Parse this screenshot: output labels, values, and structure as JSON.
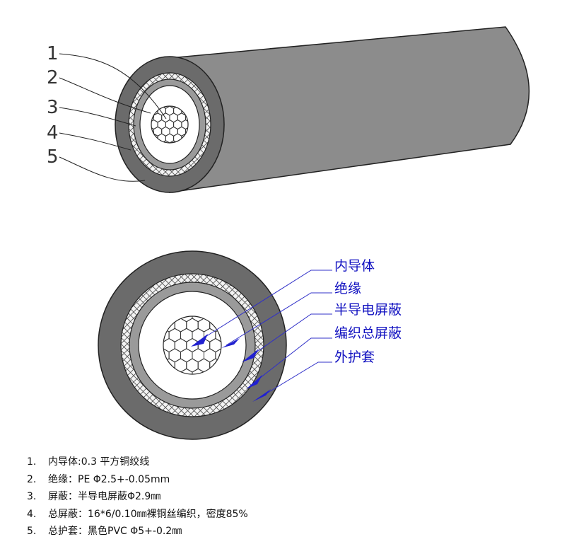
{
  "colors": {
    "jacket": "#6b6b6b",
    "jacket_long": "#8c8c8c",
    "braid": "#f3f3f3",
    "semiconductive_layer": "#9a9a9a",
    "insulation": "#ffffff",
    "conductor": "#ffffff",
    "outline": "#222222",
    "leader_blue": "#3030c8",
    "label_blue": "#1010c0"
  },
  "callout_numbers": [
    "1",
    "2",
    "3",
    "4",
    "5"
  ],
  "layer_labels": [
    "内导体",
    "绝缘",
    "半导电屏蔽",
    "编织总屏蔽",
    "外护套"
  ],
  "specs": [
    {
      "index": "1.",
      "text": "内导体:0.3 平方铜绞线"
    },
    {
      "index": "2.",
      "text": "绝缘：PE  Φ2.5+-0.05mm"
    },
    {
      "index": "3.",
      "text": "屏蔽：半导电屏蔽Φ2.9㎜"
    },
    {
      "index": "4.",
      "text": "总屏蔽：16*6/0.10㎜裸铜丝编织，密度85%"
    },
    {
      "index": "5.",
      "text": "总护套：黑色PVC  Φ5+-0.2㎜"
    }
  ]
}
